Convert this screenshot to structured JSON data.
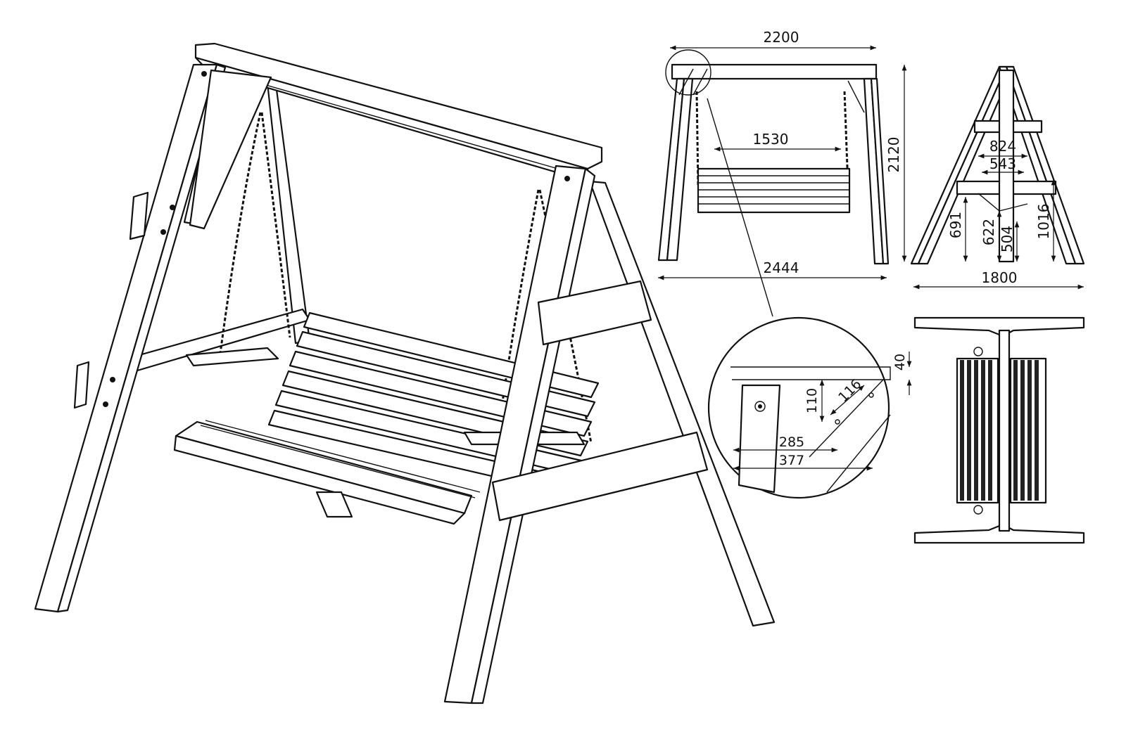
{
  "dimensions": {
    "front_width_top": "2200",
    "front_height": "2120",
    "front_seat_width": "1530",
    "front_base_width": "2444",
    "side_824": "824",
    "side_543": "543",
    "side_691": "691",
    "side_622": "622",
    "side_504": "504",
    "side_1016": "1016",
    "side_base_width": "1800",
    "detail_40": "40",
    "detail_110": "110",
    "detail_116": "116",
    "detail_285": "285",
    "detail_377": "377"
  },
  "colors": {
    "line": "#111111",
    "background": "#ffffff",
    "slat_dark": "#222222"
  }
}
